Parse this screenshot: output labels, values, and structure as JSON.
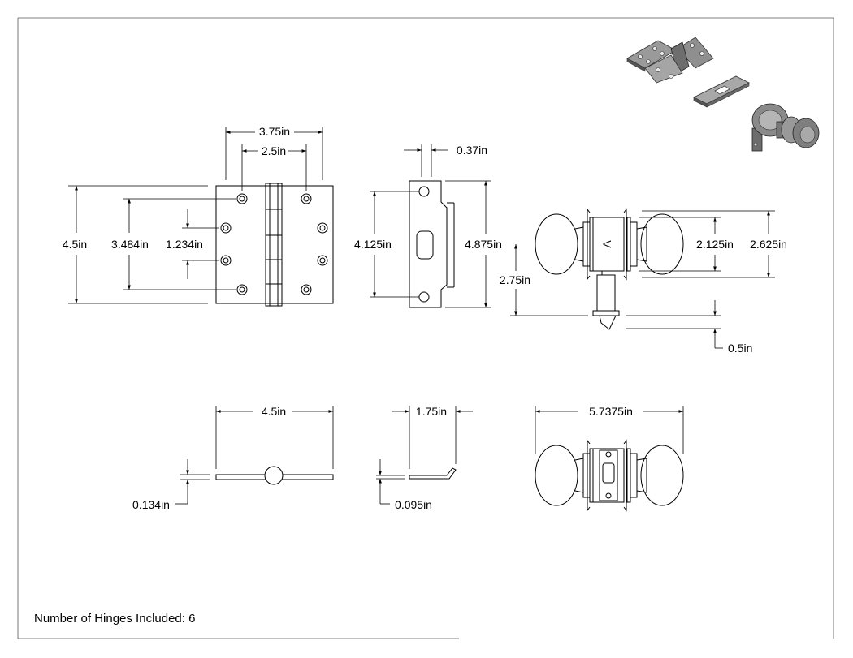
{
  "footer": {
    "note": "Number of Hinges Included: 6"
  },
  "dimensions": {
    "hinge_width": "3.75in",
    "hinge_hole_spacing": "2.5in",
    "hinge_height": "4.5in",
    "hinge_outer_hole_spacing": "3.484in",
    "hinge_inner_hole_spacing": "1.234in",
    "strike_tab": "0.37in",
    "strike_hole_spacing": "4.125in",
    "strike_height": "4.875in",
    "knob_height_inner": "2.125in",
    "knob_height_outer": "2.625in",
    "backset": "2.75in",
    "latch_throw": "0.5in",
    "hinge_open_width": "4.5in",
    "hinge_thickness": "0.134in",
    "strike_width": "1.75in",
    "strike_thickness": "0.095in",
    "knob_set_length": "5.7375in"
  },
  "colors": {
    "line": "#000000",
    "metal_dark": "#4a4a4a",
    "metal_mid": "#8c8c8c",
    "metal_light": "#cfcfcf"
  }
}
